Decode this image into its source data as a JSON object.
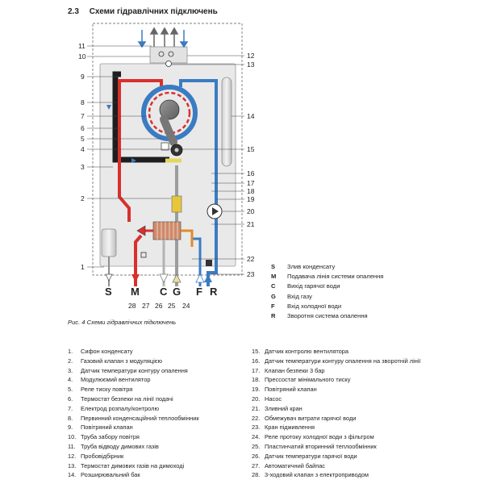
{
  "section": {
    "number": "2.3",
    "title": "Схеми гідравлічних підключень"
  },
  "caption": "Рис. 4 Схеми гідравлічних підключень",
  "callouts_left": [
    "11",
    "10",
    "9",
    "8",
    "7",
    "6",
    "5",
    "4",
    "3",
    "2",
    "1"
  ],
  "callouts_right": [
    "12",
    "13",
    "14",
    "15",
    "16",
    "17",
    "18",
    "19",
    "20",
    "21",
    "22",
    "23"
  ],
  "ports": [
    {
      "letter": "S",
      "number": "28"
    },
    {
      "letter": "M",
      "number": "27"
    },
    {
      "letter": "C",
      "number": "26"
    },
    {
      "letter": "G",
      "number": "25"
    },
    {
      "letter": "F",
      "number": "24"
    },
    {
      "letter": "R",
      "number": ""
    }
  ],
  "legend": [
    {
      "key": "S",
      "text": "Злив конденсату"
    },
    {
      "key": "M",
      "text": "Подавача лінія системи опалення"
    },
    {
      "key": "C",
      "text": "Вихід гарячої води"
    },
    {
      "key": "G",
      "text": "Вхід газу"
    },
    {
      "key": "F",
      "text": "Вхід холодної води"
    },
    {
      "key": "R",
      "text": "Зворотня система опалення"
    }
  ],
  "parts_left": [
    {
      "n": "1.",
      "text": "Сифон конденсату"
    },
    {
      "n": "2.",
      "text": "Газовий клапан з модуляцією"
    },
    {
      "n": "3.",
      "text": "Датчик температури контуру опалення"
    },
    {
      "n": "4.",
      "text": "Модулюємий вентилятор"
    },
    {
      "n": "5.",
      "text": "Реле тиску повітря"
    },
    {
      "n": "6.",
      "text": "Термостат безпеки на лінії подачі"
    },
    {
      "n": "7.",
      "text": "Електрод розпалу/контролю"
    },
    {
      "n": "8.",
      "text": "Первинний конденсаційний теплообмінник"
    },
    {
      "n": "9.",
      "text": "Повітряний клапан"
    },
    {
      "n": "10.",
      "text": "Труба забору повітря"
    },
    {
      "n": "11.",
      "text": "Труба відводу димових газів"
    },
    {
      "n": "12.",
      "text": "Пробовідбірник"
    },
    {
      "n": "13.",
      "text": "Термостат димових газів на димоході"
    },
    {
      "n": "14.",
      "text": "Розширювальний бак"
    }
  ],
  "parts_right": [
    {
      "n": "15.",
      "text": "Датчик контролю вентилятора"
    },
    {
      "n": "16.",
      "text": "Датчик температури контуру опалення на зворотній лінії"
    },
    {
      "n": "17.",
      "text": "Клапан безпеки 3 бар"
    },
    {
      "n": "18.",
      "text": "Прессостат мінімального тиску"
    },
    {
      "n": "19.",
      "text": "Повітряний клапан"
    },
    {
      "n": "20.",
      "text": "Насос"
    },
    {
      "n": "21.",
      "text": "Зливний кран"
    },
    {
      "n": "22.",
      "text": "Обмежувач витрати гарячої води"
    },
    {
      "n": "23.",
      "text": "Кран підживлення"
    },
    {
      "n": "24.",
      "text": "Реле протоку холодної води з фільтром"
    },
    {
      "n": "25.",
      "text": "Пластинчатий вторинний теплообмінник"
    },
    {
      "n": "26.",
      "text": "Датчик температури гарячої води"
    },
    {
      "n": "27.",
      "text": "Автоматичний байпас"
    },
    {
      "n": "28.",
      "text": "3-ходовий клапан з електроприводом"
    }
  ]
}
